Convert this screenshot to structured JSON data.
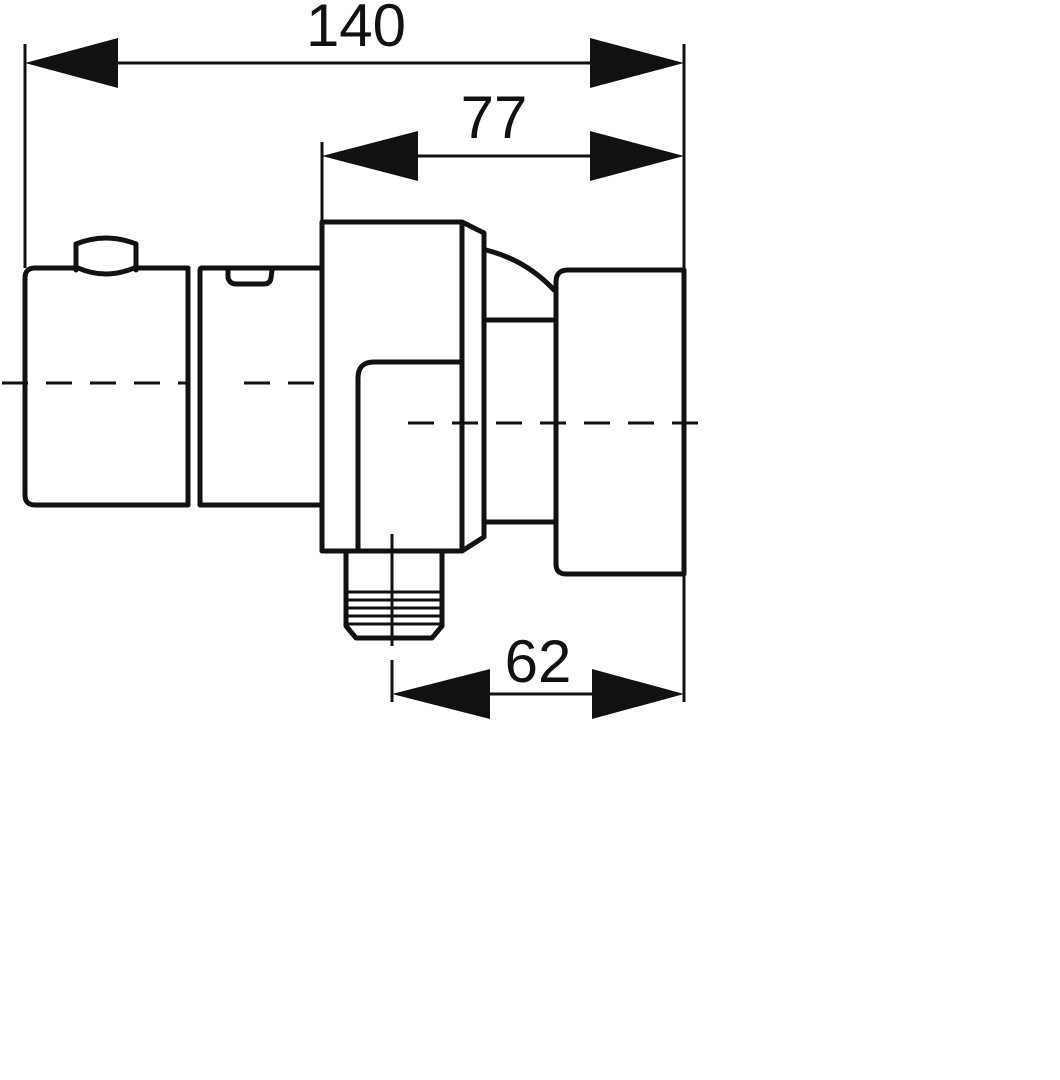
{
  "dimensions": {
    "overall_length": "140",
    "outlet_length": "77",
    "connector_offset": "62"
  }
}
